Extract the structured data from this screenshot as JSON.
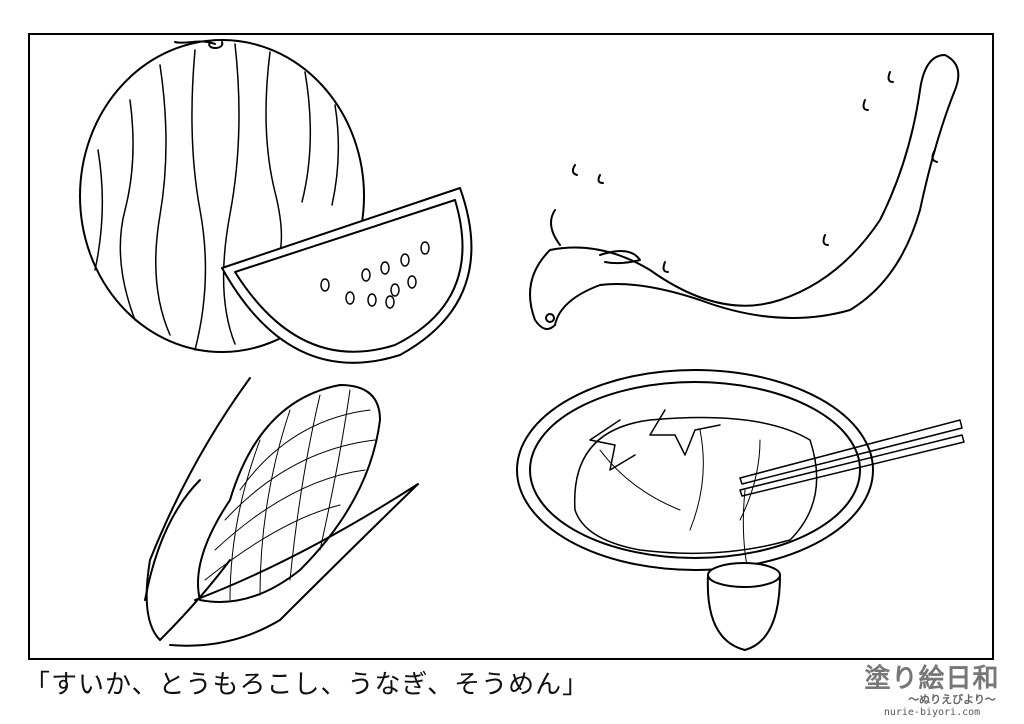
{
  "caption": "「すいか、とうもろこし、うなぎ、そうめん」",
  "logo": {
    "title": "塗り絵日和",
    "subtitle": "〜ぬりえびより〜",
    "url": "nurie-biyori.com"
  },
  "illustrations": [
    "watermelon",
    "eel",
    "corn",
    "somen"
  ]
}
